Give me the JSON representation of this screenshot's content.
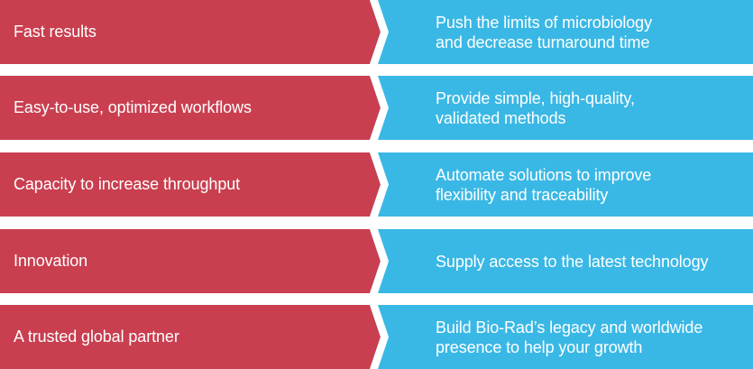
{
  "colors": {
    "left_panel": "#c93f50",
    "right_panel": "#3ab8e5",
    "text": "#ffffff",
    "separator": "#ffffff"
  },
  "rows": [
    {
      "need": "Fast results",
      "solution_lines": [
        "Push the limits of microbiology",
        "and decrease turnaround time"
      ]
    },
    {
      "need": "Easy-to-use, optimized workflows",
      "solution_lines": [
        "Provide simple, high-quality,",
        "validated methods"
      ]
    },
    {
      "need": "Capacity to increase throughput",
      "solution_lines": [
        "Automate solutions to improve",
        "flexibility and traceability"
      ]
    },
    {
      "need": "Innovation",
      "solution_lines": [
        "Supply access to the latest technology"
      ]
    },
    {
      "need": "A trusted global partner",
      "solution_lines": [
        "Build Bio-Rad’s legacy and worldwide",
        "presence to help your growth"
      ]
    }
  ]
}
